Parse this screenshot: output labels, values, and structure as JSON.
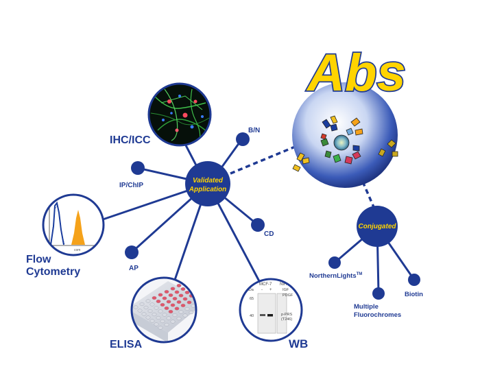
{
  "hub": {
    "line1": "Validated",
    "line2": "Application"
  },
  "abs": {
    "title": "Abs"
  },
  "conjugated": {
    "label": "Conjugated"
  },
  "applications": {
    "ihc": "IHC/ICC",
    "bn": "B/N",
    "ip": "IP/ChIP",
    "cd": "CD",
    "flow_line1": "Flow",
    "flow_line2": "Cytometry",
    "ap": "AP",
    "elisa": "ELISA",
    "wb": "WB"
  },
  "conjugates": {
    "northernlights": "NorthernLights",
    "tm": "TM",
    "multiple_line1": "Multiple",
    "multiple_line2": "Fluorochromes",
    "biotin": "Biotin"
  },
  "wb_image": {
    "col1": "MCF-7",
    "col2": "NIH",
    "kda": "kDa",
    "m65": "65",
    "m40": "40",
    "sign1": "-",
    "sign2": "+",
    "rlab1": "IGF",
    "rlab2": "PDGF",
    "band1": "p-PRS",
    "band2": "(T246)"
  },
  "flow_image": {
    "axis": "com"
  },
  "colors": {
    "node": "#1f3a93",
    "accent": "#ffd400",
    "histogram_orange": "#f5a21a",
    "histogram_blue": "#1a3d9e"
  }
}
